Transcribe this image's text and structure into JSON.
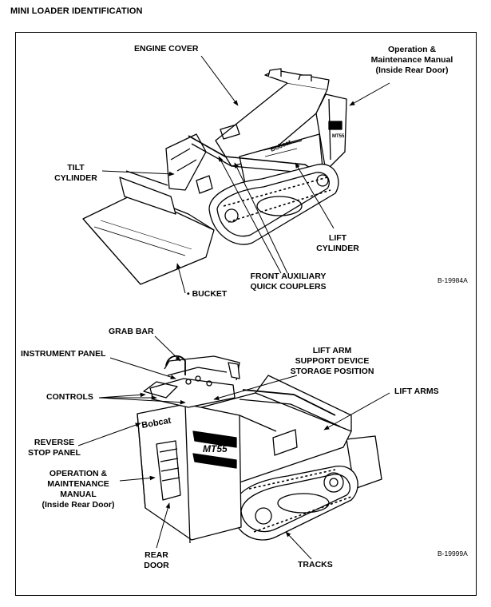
{
  "page_title": "MINI LOADER IDENTIFICATION",
  "figures": [
    {
      "figure_code": "B-19984A",
      "labels": {
        "engine_cover": "ENGINE COVER",
        "manual_1": "Operation &",
        "manual_2": "Maintenance Manual",
        "manual_3": "(Inside Rear Door)",
        "tilt_1": "TILT",
        "tilt_2": "CYLINDER",
        "lift_1": "LIFT",
        "lift_2": "CYLINDER",
        "faqc_1": "FRONT AUXILIARY",
        "faqc_2": "QUICK COUPLERS",
        "bucket": "• BUCKET",
        "brand": "Bobcat",
        "model": "MT55"
      }
    },
    {
      "figure_code": "B-19999A",
      "labels": {
        "grab_bar": "GRAB BAR",
        "instrument_panel": "INSTRUMENT PANEL",
        "liftarm_1": "LIFT ARM",
        "liftarm_2": "SUPPORT DEVICE",
        "liftarm_3": "STORAGE POSITION",
        "lift_arms": "LIFT ARMS",
        "controls": "CONTROLS",
        "reverse_1": "REVERSE",
        "reverse_2": "STOP PANEL",
        "om_1": "OPERATION &",
        "om_2": "MAINTENANCE",
        "om_3": "MANUAL",
        "om_4": "(Inside Rear Door)",
        "rear_1": "REAR",
        "rear_2": "DOOR",
        "tracks": "TRACKS",
        "brand": "Bobcat",
        "model": "MT55"
      }
    }
  ]
}
